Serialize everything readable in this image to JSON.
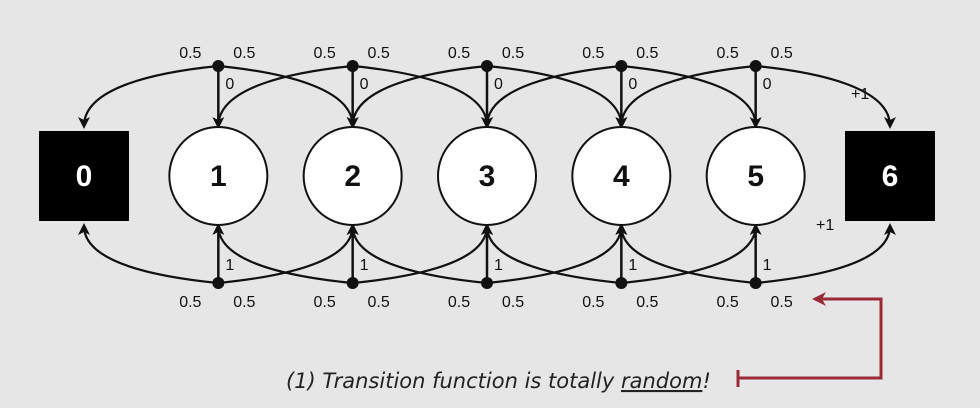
{
  "states": [
    {
      "id": "0",
      "terminal": true
    },
    {
      "id": "1",
      "terminal": false
    },
    {
      "id": "2",
      "terminal": false
    },
    {
      "id": "3",
      "terminal": false
    },
    {
      "id": "4",
      "terminal": false
    },
    {
      "id": "5",
      "terminal": false
    },
    {
      "id": "6",
      "terminal": true
    }
  ],
  "top_branch": {
    "action_label": "0",
    "left_prob": "0.5",
    "right_prob": "0.5"
  },
  "bottom_branch": {
    "action_label": "1",
    "left_prob": "0.5",
    "right_prob": "0.5"
  },
  "rewards": {
    "top_right": "+1",
    "bottom_right": "+1"
  },
  "note": {
    "prefix": "(1) Transition function is totally ",
    "emphasis": "random",
    "suffix": "!"
  },
  "colors": {
    "background": "#e6e6e6",
    "terminal_fill": "#000000",
    "state_fill": "#ffffff",
    "stroke": "#111111",
    "annotation": "#9b2a38"
  }
}
